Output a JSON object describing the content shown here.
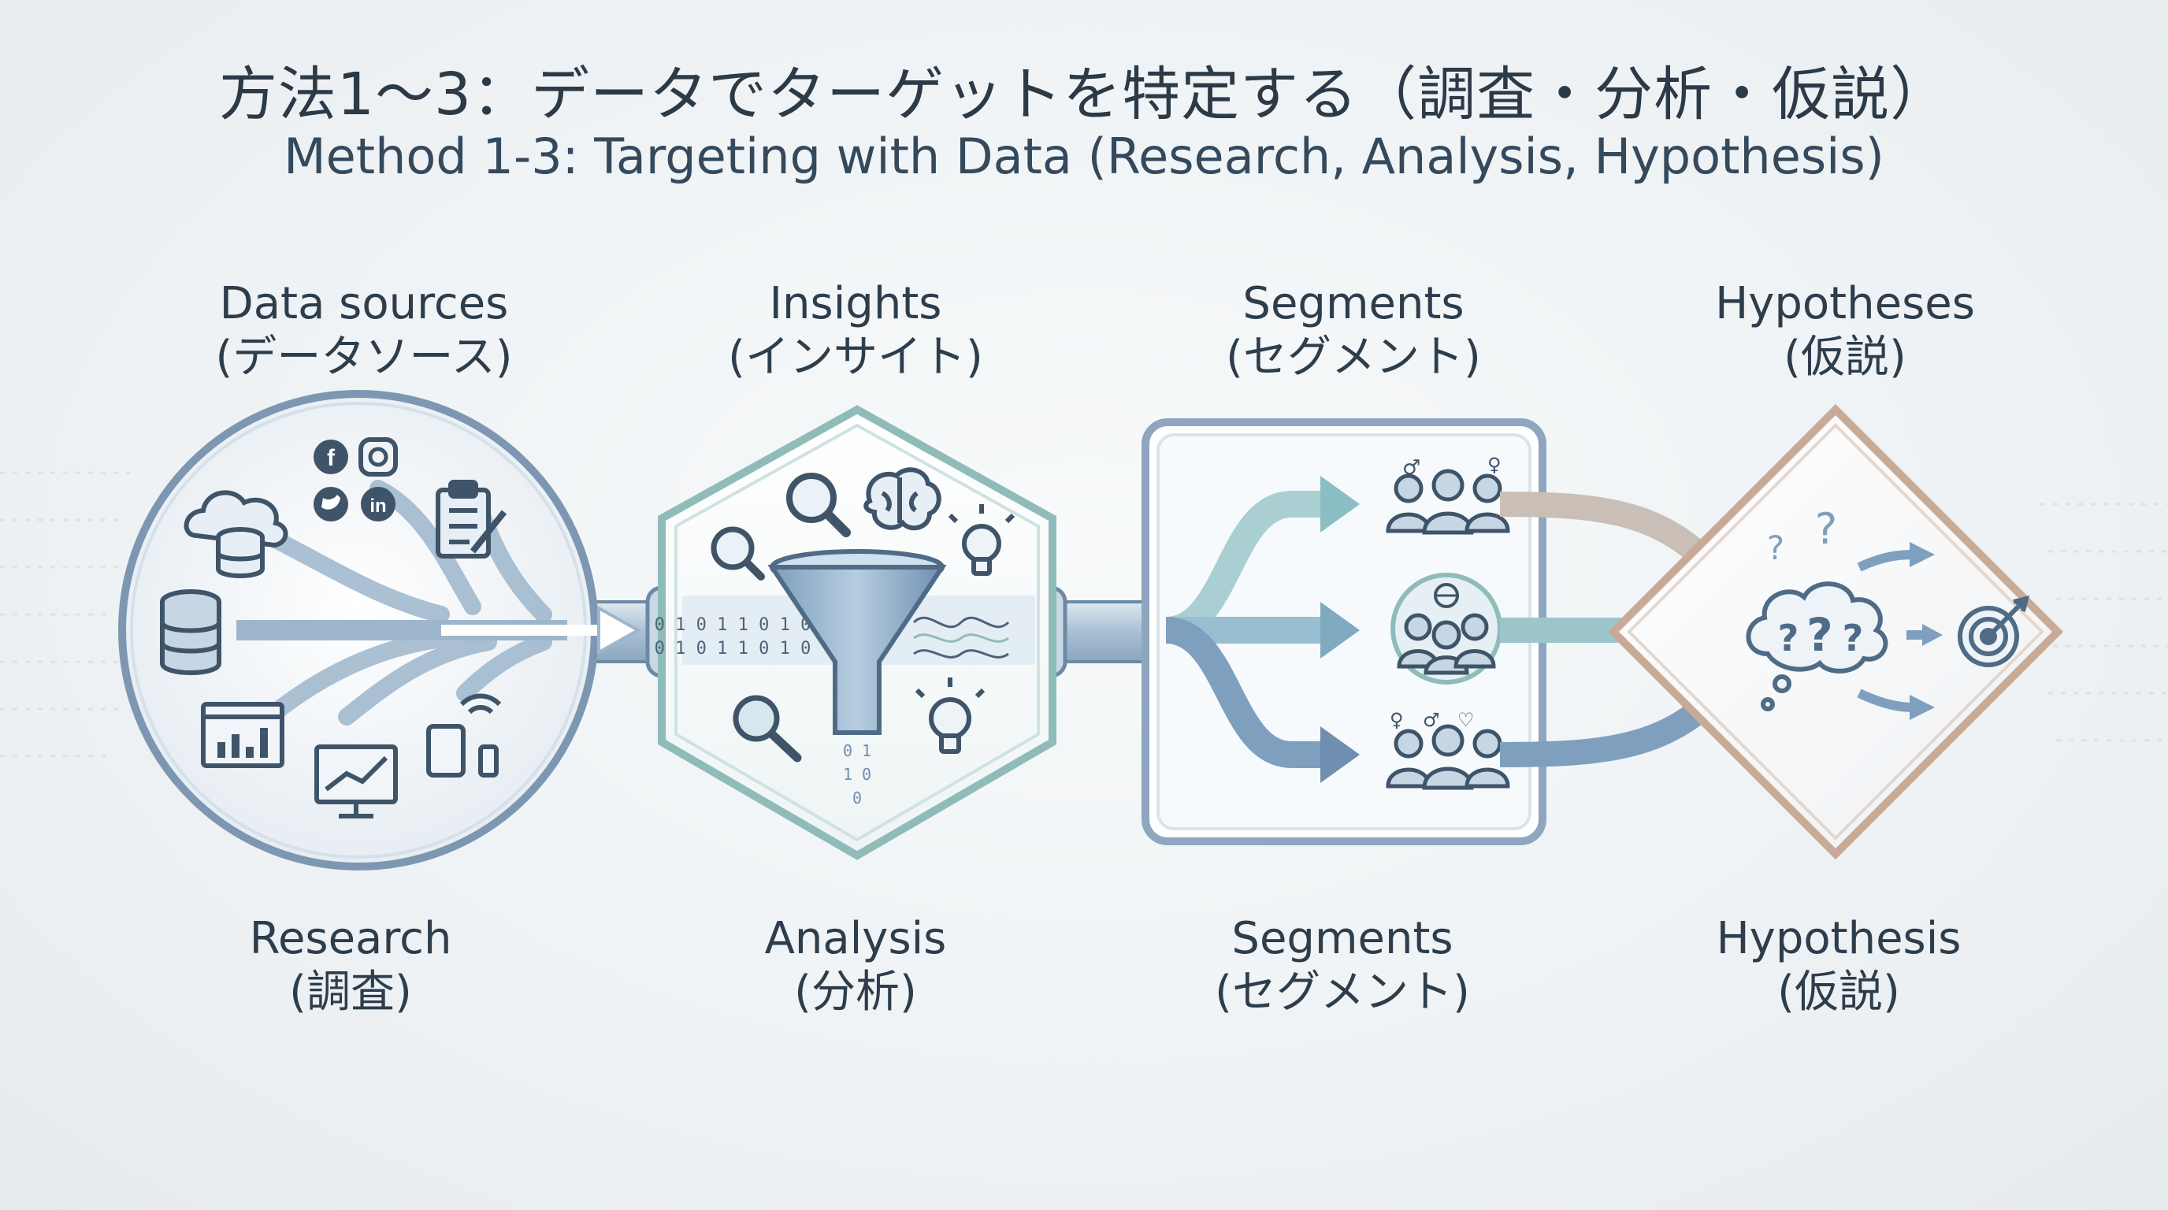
{
  "title": {
    "japanese": "方法1〜3：データでターゲットを特定する（調査・分析・仮説）",
    "english": "Method 1-3: Targeting with Data (Research, Analysis, Hypothesis)"
  },
  "stages": [
    {
      "top_en": "Data sources",
      "top_ja": "(データソース)",
      "bottom_en": "Research",
      "bottom_ja": "(調査)"
    },
    {
      "top_en": "Insights",
      "top_ja": "(インサイト)",
      "bottom_en": "Analysis",
      "bottom_ja": "(分析)"
    },
    {
      "top_en": "Segments",
      "top_ja": "(セグメント)",
      "bottom_en": "Segments",
      "bottom_ja": "(セグメント)"
    },
    {
      "top_en": "Hypotheses",
      "top_ja": "(仮説)",
      "bottom_en": "Hypothesis",
      "bottom_ja": "(仮説)"
    }
  ],
  "binary_stream": "0 1 0 1 1 0 1 0",
  "question_marks": "?",
  "colors": {
    "frame": "#7d97b2",
    "hexagon": "#8fbcb8",
    "square": "#8ea6bf",
    "diamond": "#c9aa96",
    "arrow": "#7f9fbe",
    "teal_arrow": "#8bc0c4",
    "icon": "#3f5468"
  }
}
